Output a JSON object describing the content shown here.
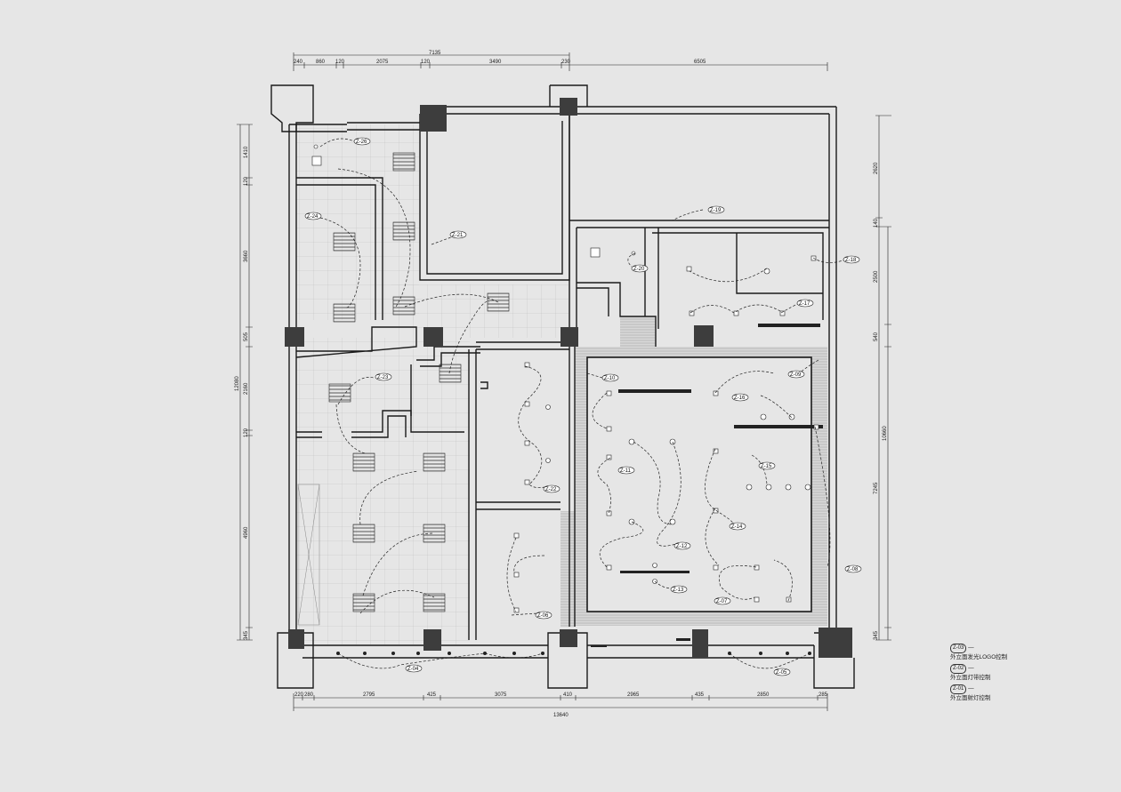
{
  "dimensions": {
    "top_overall": "7135",
    "top_segments": [
      "240",
      "860",
      "120",
      "2075",
      "120",
      "3490",
      "230",
      "6505"
    ],
    "bottom_overall": "13640",
    "bottom_segments": [
      "220",
      "280",
      "2795",
      "425",
      "3075",
      "410",
      "2965",
      "435",
      "2850",
      "285"
    ],
    "left_overall": "12080",
    "left_segments": [
      "1410",
      "120",
      "3660",
      "505",
      "2160",
      "120",
      "4960",
      "345"
    ],
    "right_overall": "10660",
    "right_segments": [
      "2620",
      "140",
      "2500",
      "540",
      "7245",
      "345"
    ]
  },
  "circuit_tags": [
    "Z-26",
    "Z-24",
    "Z-21",
    "Z-19",
    "Z-20",
    "Z-18",
    "Z-17",
    "Z-23",
    "Z-10",
    "Z-09",
    "Z-16",
    "Z-15",
    "Z-11",
    "Z-22",
    "Z-14",
    "Z-12",
    "Z-13",
    "Z-08",
    "Z-07",
    "Z-06",
    "Z-05",
    "Z-04"
  ],
  "legend": [
    {
      "code": "Z-03",
      "label": "外立面发光LOGO控制"
    },
    {
      "code": "Z-02",
      "label": "外立面灯带控制"
    },
    {
      "code": "Z-01",
      "label": "外立面射灯控制"
    }
  ],
  "colors": {
    "background": "#e6e6e6",
    "line": "#1a1a1a",
    "column": "#3d3d3d"
  }
}
